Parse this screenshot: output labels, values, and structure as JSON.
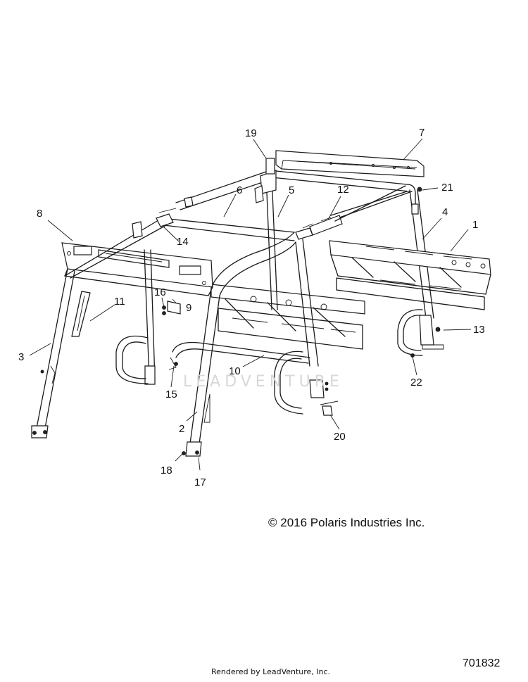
{
  "callouts": {
    "c1": "1",
    "c2": "2",
    "c3": "3",
    "c4": "4",
    "c5": "5",
    "c6": "6",
    "c7": "7",
    "c8": "8",
    "c9": "9",
    "c10": "10",
    "c11": "11",
    "c12": "12",
    "c13": "13",
    "c14": "14",
    "c15": "15",
    "c16": "16",
    "c17": "17",
    "c18": "18",
    "c19": "19",
    "c20": "20",
    "c21": "21",
    "c22": "22"
  },
  "copyright": "© 2016 Polaris Industries Inc.",
  "part_number": "701832",
  "rendered_by": "Rendered by LeadVenture, Inc.",
  "watermark": "LEADVENTURE"
}
